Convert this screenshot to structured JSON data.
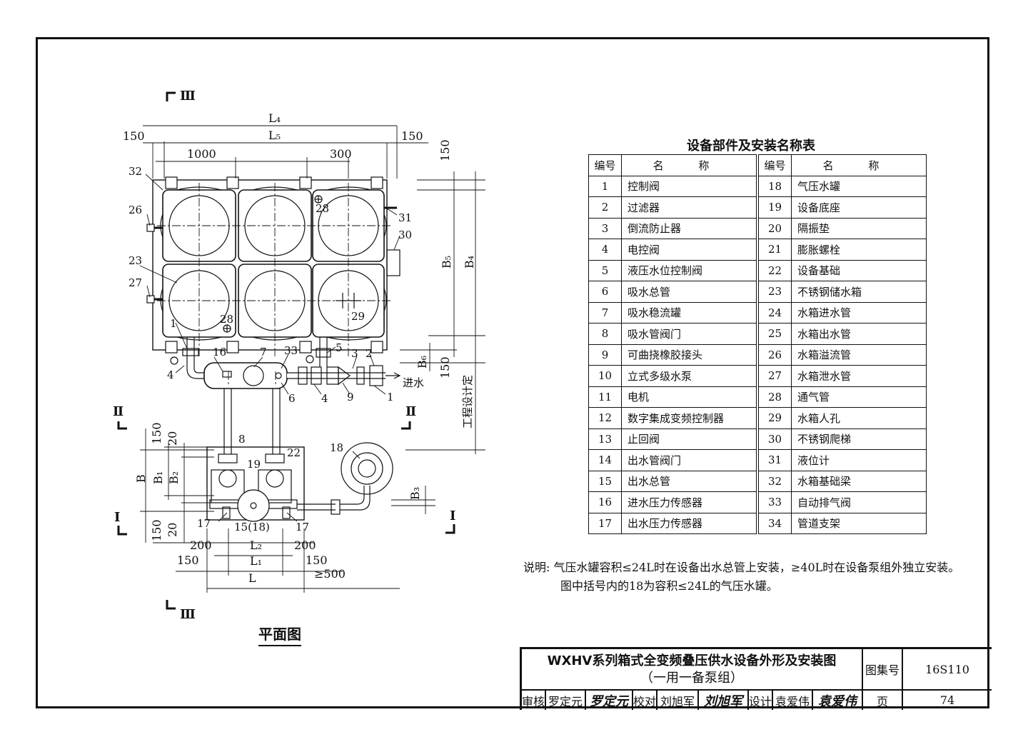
{
  "table_title": "设备部件及安装名称表",
  "table_header": {
    "no": "编号",
    "name": "名 称"
  },
  "parts_left": [
    {
      "no": "1",
      "name": "控制阀"
    },
    {
      "no": "2",
      "name": "过滤器"
    },
    {
      "no": "3",
      "name": "倒流防止器"
    },
    {
      "no": "4",
      "name": "电控阀"
    },
    {
      "no": "5",
      "name": "液压水位控制阀"
    },
    {
      "no": "6",
      "name": "吸水总管"
    },
    {
      "no": "7",
      "name": "吸水稳流罐"
    },
    {
      "no": "8",
      "name": "吸水管阀门"
    },
    {
      "no": "9",
      "name": "可曲挠橡胶接头"
    },
    {
      "no": "10",
      "name": "立式多级水泵"
    },
    {
      "no": "11",
      "name": "电机"
    },
    {
      "no": "12",
      "name": "数字集成变频控制器"
    },
    {
      "no": "13",
      "name": "止回阀"
    },
    {
      "no": "14",
      "name": "出水管阀门"
    },
    {
      "no": "15",
      "name": "出水总管"
    },
    {
      "no": "16",
      "name": "进水压力传感器"
    },
    {
      "no": "17",
      "name": "出水压力传感器"
    }
  ],
  "parts_right": [
    {
      "no": "18",
      "name": "气压水罐"
    },
    {
      "no": "19",
      "name": "设备底座"
    },
    {
      "no": "20",
      "name": "隔振垫"
    },
    {
      "no": "21",
      "name": "膨胀螺栓"
    },
    {
      "no": "22",
      "name": "设备基础"
    },
    {
      "no": "23",
      "name": "不锈钢储水箱"
    },
    {
      "no": "24",
      "name": "水箱进水管"
    },
    {
      "no": "25",
      "name": "水箱出水管"
    },
    {
      "no": "26",
      "name": "水箱溢流管"
    },
    {
      "no": "27",
      "name": "水箱泄水管"
    },
    {
      "no": "28",
      "name": "通气管"
    },
    {
      "no": "29",
      "name": "水箱人孔"
    },
    {
      "no": "30",
      "name": "不锈钢爬梯"
    },
    {
      "no": "31",
      "name": "液位计"
    },
    {
      "no": "32",
      "name": "水箱基础梁"
    },
    {
      "no": "33",
      "name": "自动排气阀"
    },
    {
      "no": "34",
      "name": "管道支架"
    }
  ],
  "notes": {
    "line1": "说明: 气压水罐容积≤24L时在设备出水总管上安装，≥40L时在设备泵组外独立安装。",
    "line2": "图中括号内的18为容积≤24L的气压水罐。"
  },
  "plan_label": "平面图",
  "title_block": {
    "title_line1": "WXHV系列箱式全变频叠压供水设备外形及安装图",
    "title_line2": "（一用一备泵组）",
    "atlas_label": "图集号",
    "atlas_no": "16S110",
    "page_label": "页",
    "page_no": "74",
    "review_label": "审核",
    "reviewer": "罗定元",
    "reviewer_sig": "罗定元",
    "check_label": "校对",
    "checker": "刘旭军",
    "checker_sig": "刘旭军",
    "design_label": "设计",
    "designer": "袁爱伟",
    "designer_sig": "袁爱伟"
  },
  "drawing": {
    "section_marks": [
      "Ⅲ",
      "Ⅲ",
      "Ⅱ",
      "Ⅱ",
      "I",
      "I"
    ],
    "dims": {
      "d150a": "150",
      "L4": "L₄",
      "L5": "L₅",
      "d150b": "150",
      "d1000": "1000",
      "d300": "300",
      "d150c": "150",
      "B5": "B₅",
      "B4": "B₄",
      "B6": "B₆",
      "d150d": "150",
      "field": "工程设计定",
      "d150e": "150",
      "d20a": "20",
      "B": "B",
      "B1": "B₁",
      "B2": "B₂",
      "d150f": "150",
      "d20b": "20",
      "B3": "B₃",
      "d200a": "200",
      "L2": "L₂",
      "d200b": "200",
      "d150g": "150",
      "L1": "L₁",
      "d150h": "150",
      "L": "L",
      "ge500": "≥500"
    },
    "callouts": {
      "c32": "32",
      "c26": "26",
      "c23": "23",
      "c27": "27",
      "c28a": "28",
      "c28b": "28",
      "c29": "29",
      "c31": "31",
      "c30": "30",
      "c1a": "1",
      "c16": "16",
      "c7": "7",
      "c33": "33",
      "c5": "5",
      "c3": "3",
      "c2": "2",
      "c4a": "4",
      "c6": "6",
      "c4b": "4",
      "c9": "9",
      "c1b": "1",
      "inlet": "进水",
      "c8": "8",
      "c22": "22",
      "c19": "19",
      "c18": "18",
      "c17a": "17",
      "c15": "15(18)",
      "c17b": "17"
    }
  }
}
